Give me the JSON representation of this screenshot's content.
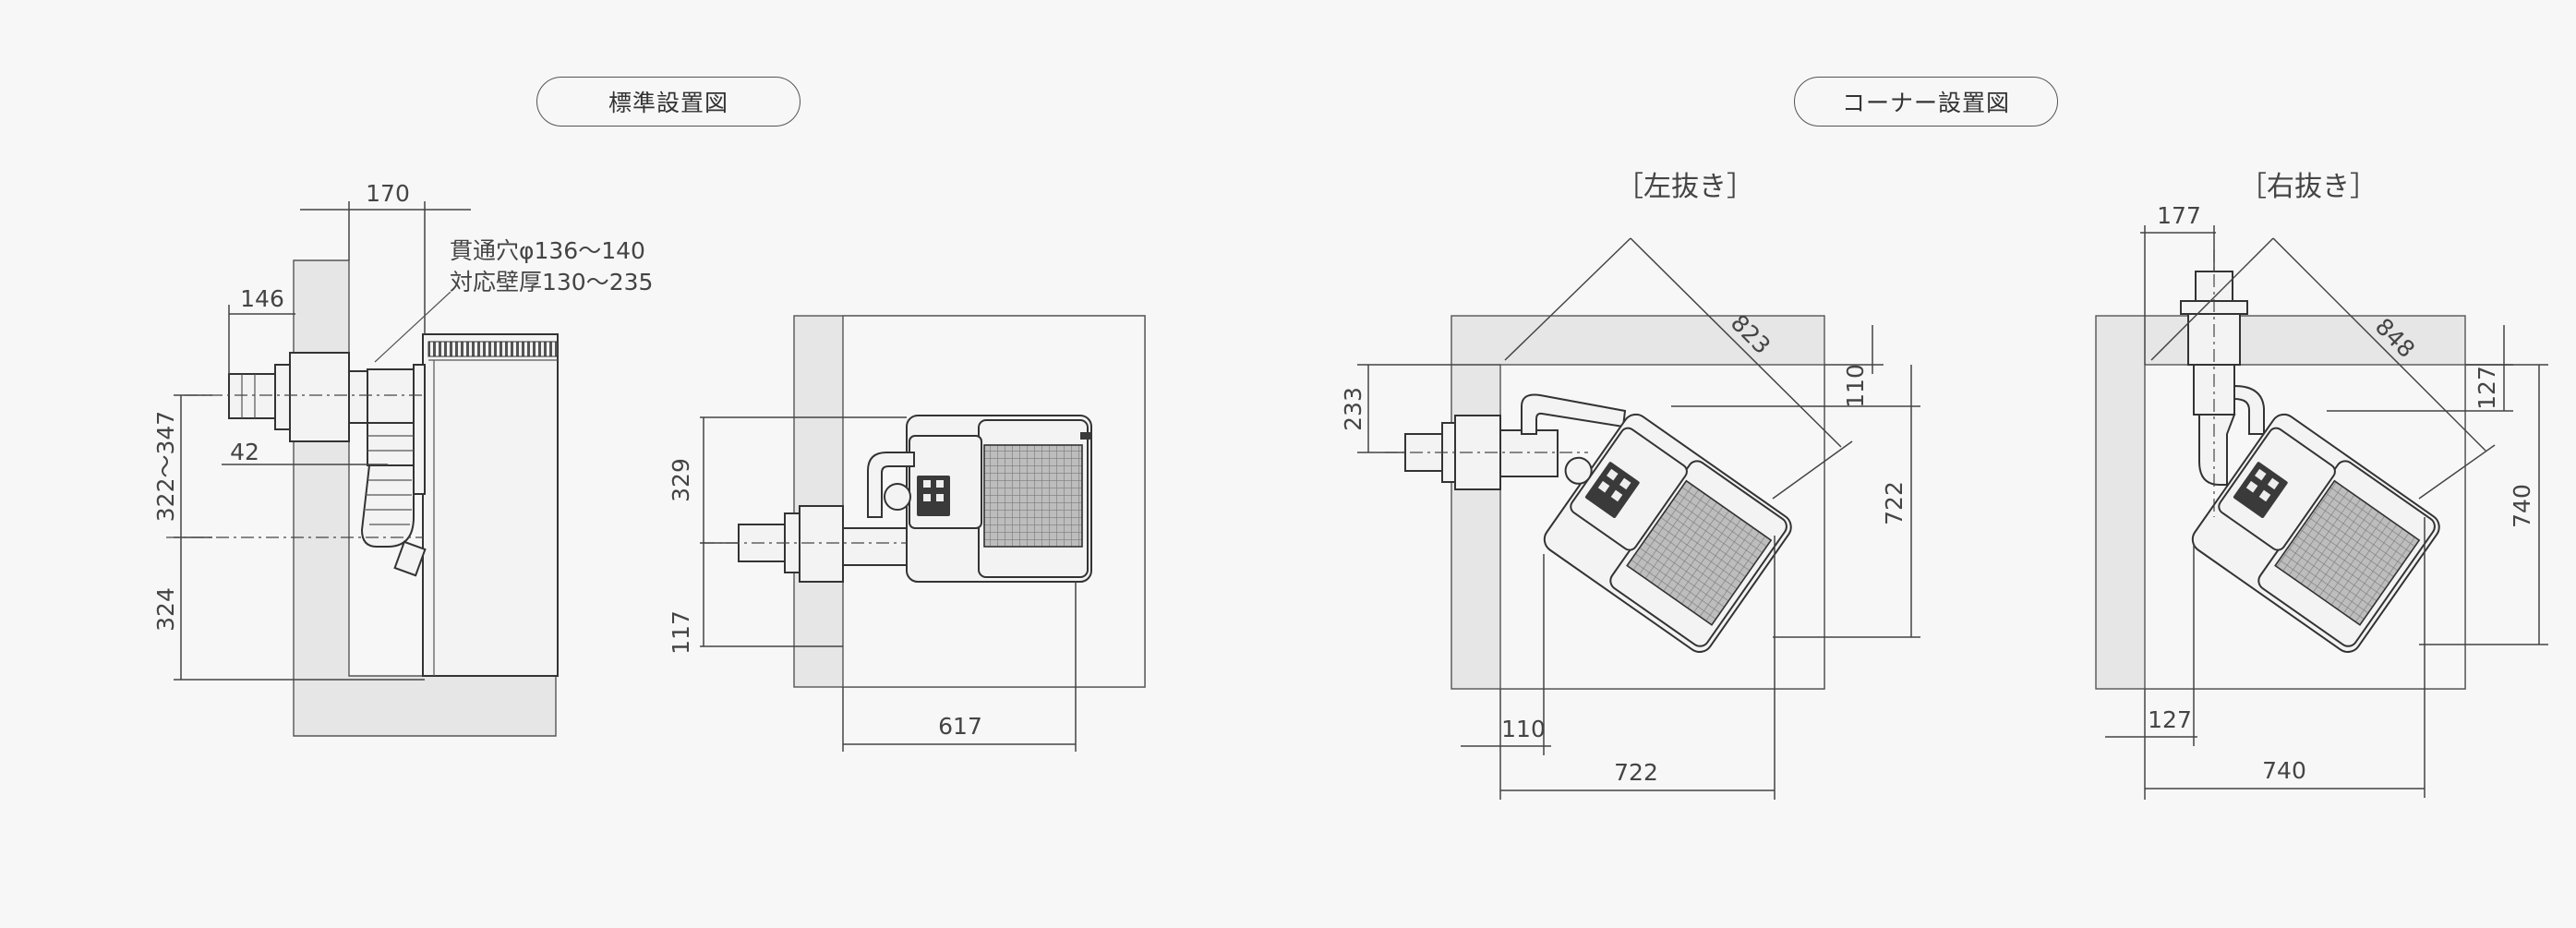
{
  "sections": {
    "standard": "標準設置図",
    "corner": "コーナー設置図",
    "left": "［左抜き］",
    "right": "［右抜き］"
  },
  "notes": {
    "hole": "貫通穴φ136〜140",
    "wall": "対応壁厚130〜235"
  },
  "dims": {
    "d170": "170",
    "d146": "146",
    "d42": "42",
    "d322_347": "322〜347",
    "d324": "324",
    "d329": "329",
    "d117": "117",
    "d617": "617",
    "d823": "823",
    "d233": "233",
    "d110a": "110",
    "d722a": "722",
    "d110b": "110",
    "d722b": "722",
    "d177": "177",
    "d848": "848",
    "d127a": "127",
    "d740a": "740",
    "d127b": "127",
    "d740b": "740"
  }
}
